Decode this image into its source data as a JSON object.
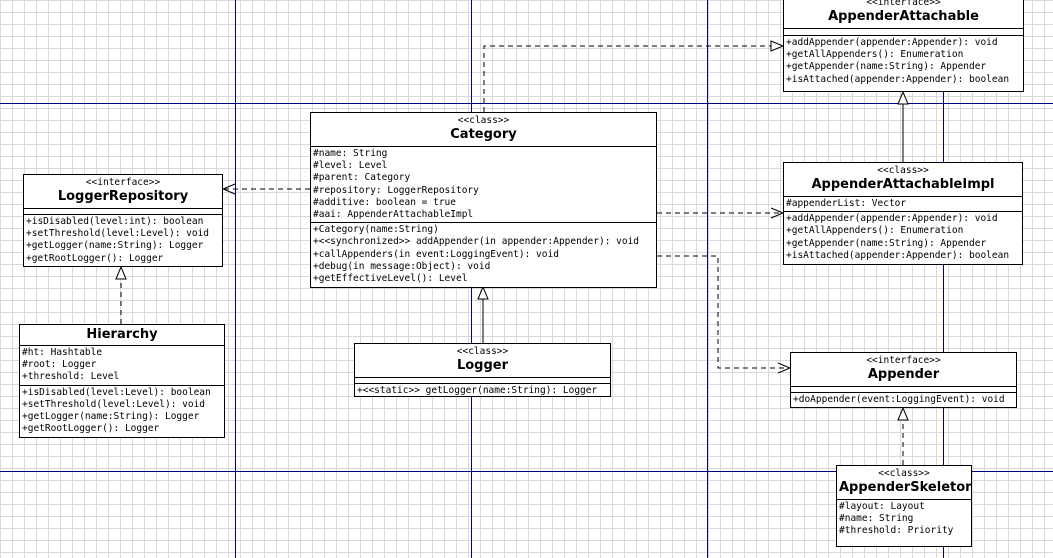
{
  "colors": {
    "guide": "#000080",
    "grid": "#d9d9d9",
    "line": "#000000",
    "handle": "#0000cc"
  },
  "classes": [
    {
      "id": "AppenderAttachable",
      "stereotype": "<<interface>>",
      "name": "AppenderAttachable",
      "attributes": [],
      "operations": [
        "+addAppender(appender:Appender): void",
        "+getAllAppenders(): Enumeration",
        "+getAppender(name:String): Appender",
        "+isAttached(appender:Appender): boolean"
      ]
    },
    {
      "id": "Category",
      "stereotype": "<<class>>",
      "name": "Category",
      "attributes": [
        "#name: String",
        "#level: Level",
        "#parent: Category",
        "#repository: LoggerRepository",
        "#additive: boolean = true",
        "#aai: AppenderAttachableImpl"
      ],
      "operations": [
        "+Category(name:String)",
        "+<<synchronized>> addAppender(in appender:Appender): void",
        "+callAppenders(in event:LoggingEvent): void",
        "+debug(in message:Object): void",
        "+getEffectiveLevel(): Level"
      ]
    },
    {
      "id": "LoggerRepository",
      "stereotype": "<<interface>>",
      "name": "LoggerRepository",
      "attributes": [],
      "operations": [
        "+isDisabled(level:int): boolean",
        "+setThreshold(level:Level): void",
        "+getLogger(name:String): Logger",
        "+getRootLogger(): Logger"
      ]
    },
    {
      "id": "AppenderAttachableImpl",
      "stereotype": "<<class>>",
      "name": "AppenderAttachableImpl",
      "attributes": [
        "#appenderList: Vector"
      ],
      "operations": [
        "+addAppender(appender:Appender): void",
        "+getAllAppenders(): Enumeration",
        "+getAppender(name:String): Appender",
        "+isAttached(appender:Appender): boolean"
      ]
    },
    {
      "id": "Hierarchy",
      "stereotype": "",
      "name": "Hierarchy",
      "attributes": [
        "#ht: Hashtable",
        "#root: Logger",
        "+threshold: Level"
      ],
      "operations": [
        "+isDisabled(level:Level): boolean",
        "+setThreshold(level:Level): void",
        "+getLogger(name:String): Logger",
        "+getRootLogger(): Logger"
      ]
    },
    {
      "id": "Logger",
      "stereotype": "<<class>>",
      "name": "Logger",
      "attributes": [],
      "operations": [
        "+<<static>> getLogger(name:String): Logger"
      ]
    },
    {
      "id": "Appender",
      "stereotype": "<<interface>>",
      "name": "Appender",
      "attributes": [],
      "operations": [
        "+doAppender(event:LoggingEvent): void"
      ]
    },
    {
      "id": "AppenderSkeleton",
      "stereotype": "<<class>>",
      "name": "AppenderSkeleton",
      "attributes": [
        "#layout: Layout",
        "#name: String",
        "#threshold: Priority"
      ],
      "operations": []
    }
  ],
  "relations": [
    {
      "from": "Category",
      "to": "AppenderAttachable",
      "kind": "realization"
    },
    {
      "from": "AppenderAttachableImpl",
      "to": "AppenderAttachable",
      "kind": "realization"
    },
    {
      "from": "Category",
      "to": "LoggerRepository",
      "kind": "dependency"
    },
    {
      "from": "Category",
      "to": "AppenderAttachableImpl",
      "kind": "dependency"
    },
    {
      "from": "Category",
      "to": "Appender",
      "kind": "dependency"
    },
    {
      "from": "Hierarchy",
      "to": "LoggerRepository",
      "kind": "realization"
    },
    {
      "from": "Logger",
      "to": "Category",
      "kind": "generalization"
    },
    {
      "from": "AppenderSkeleton",
      "to": "Appender",
      "kind": "realization"
    }
  ]
}
